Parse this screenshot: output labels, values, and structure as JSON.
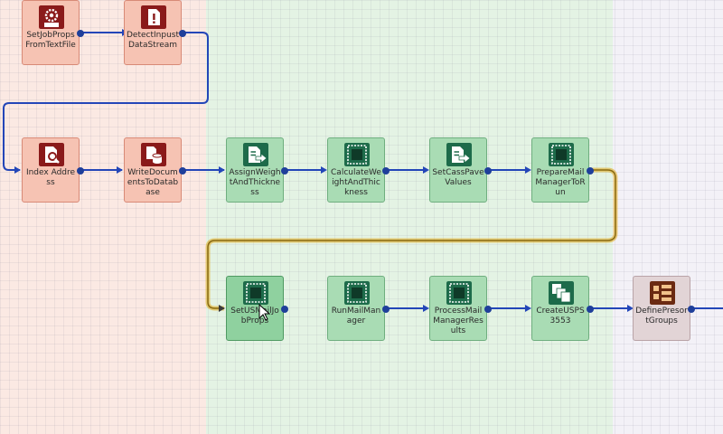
{
  "colors": {
    "wire": "#2346b8",
    "wire_highlight": "#d9a21b",
    "red_icon": "#8a1a1a",
    "green_icon": "#1d6b4a",
    "gray_icon": "#6b2a12"
  },
  "nodes": [
    {
      "id": "set-job-props-from-text-file",
      "label": "SetJobPropsFromTextFile",
      "icon": "text-gear-icon"
    },
    {
      "id": "detect-inputs-data-stream",
      "label": "DetectInpustDataStream",
      "icon": "document-alert-icon"
    },
    {
      "id": "index-address",
      "label": "Index Address",
      "icon": "document-search-icon"
    },
    {
      "id": "write-documents-to-database",
      "label": "WriteDocumentsToDatabase",
      "icon": "database-write-icon"
    },
    {
      "id": "assign-weight-and-thickness",
      "label": "AssignWeightAndThickness",
      "icon": "document-arrow-icon"
    },
    {
      "id": "calculate-weight-and-thickness",
      "label": "CalculateWeightAndThickness",
      "icon": "grid-square-icon"
    },
    {
      "id": "set-cass-pave-values",
      "label": "SetCassPaveValues",
      "icon": "document-arrow-icon"
    },
    {
      "id": "prepare-mail-manager-to-run",
      "label": "PrepareMailManagerToRun",
      "icon": "grid-square-icon"
    },
    {
      "id": "set-usmail-job-props",
      "label": "SetUSMailJobProps",
      "icon": "grid-square-icon"
    },
    {
      "id": "run-mail-manager",
      "label": "RunMailManager",
      "icon": "grid-square-icon"
    },
    {
      "id": "process-mail-manager-results",
      "label": "ProcessMailManagerResults",
      "icon": "grid-square-icon"
    },
    {
      "id": "create-usps-3553",
      "label": "CreateUSPS3553",
      "icon": "documents-stack-icon"
    },
    {
      "id": "define-presort-groups",
      "label": "DefinePresortGroups",
      "icon": "tree-structure-icon"
    }
  ]
}
